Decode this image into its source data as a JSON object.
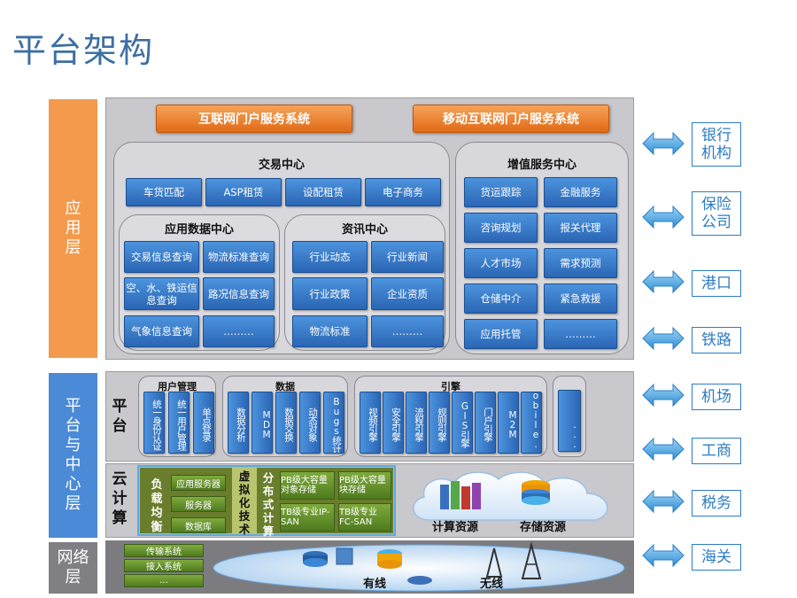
{
  "title": "平台架构",
  "layers": {
    "app": "应用层",
    "platform": "平台与中心层",
    "network": "网络层"
  },
  "top_systems": [
    "互联网门户服务系统",
    "移动互联网门户服务系统"
  ],
  "trade_center": {
    "title": "交易中心",
    "items": [
      "车货匹配",
      "ASP租赁",
      "设配租赁",
      "电子商务"
    ]
  },
  "app_data_center": {
    "title": "应用数据中心",
    "items": [
      "交易信息查询",
      "物流标准查询",
      "空、水、铁运信息查询",
      "路况信息查询",
      "气象信息查询",
      "………"
    ]
  },
  "info_center": {
    "title": "资讯中心",
    "items": [
      "行业动态",
      "行业新闻",
      "行业政策",
      "企业资质",
      "物流标准",
      "………"
    ]
  },
  "value_center": {
    "title": "增值服务中心",
    "items": [
      "货运跟踪",
      "金融服务",
      "咨询规划",
      "报关代理",
      "人才市场",
      "需求预测",
      "仓储中介",
      "紧急救援",
      "应用托管",
      "………"
    ]
  },
  "platform": {
    "label": "平台",
    "user_mgmt": {
      "title": "用户管理",
      "items": [
        "统一身份认证",
        "统一用户管理",
        "单点登录"
      ]
    },
    "data": {
      "title": "数据",
      "items": [
        "数据分析",
        "MDM",
        "数据交换",
        "动态对象",
        "Bugs统计"
      ]
    },
    "engine": {
      "title": "引擎",
      "items": [
        "视频引擎",
        "安全引擎",
        "流程引擎",
        "规则引擎",
        "GIS引擎",
        "门户引擎",
        "M2M",
        "Mobile..."
      ]
    },
    "more": "..."
  },
  "cloud": {
    "label": "云计算",
    "lb": "负载均衡",
    "servers": [
      "应用服务器",
      "服务器",
      "数据库"
    ],
    "virt": "虚拟化技术",
    "dist": "分布式计算",
    "storage": [
      "PB级大容量对象存储",
      "PB级大容量块存储",
      "TB级专业IP-SAN",
      "TB级专业FC-SAN"
    ],
    "compute": "计算资源",
    "store": "存储资源"
  },
  "network": {
    "items": [
      "传输系统",
      "接入系统",
      "..."
    ],
    "wired": "有线",
    "wireless": "无线"
  },
  "partners": [
    "银行机构",
    "保险公司",
    "港口",
    "铁路",
    "机场",
    "工商",
    "税务",
    "海关"
  ],
  "colors": {
    "orange": "#f39a4d",
    "blue": "#4b8ad6",
    "grey": "#7f7f84"
  }
}
